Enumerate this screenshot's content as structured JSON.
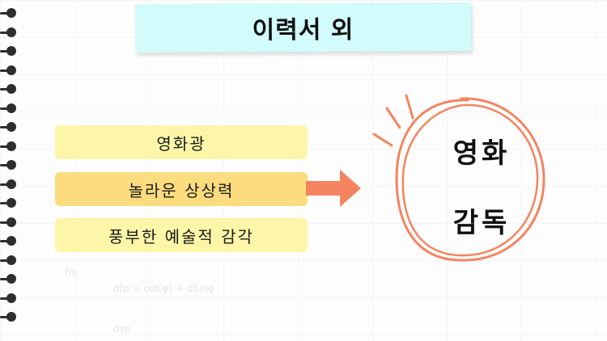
{
  "slide": {
    "title": "이력서 외",
    "traits": [
      {
        "label": "영화광",
        "color": "#fdf6a8"
      },
      {
        "label": "놀라운 상상력",
        "color": "#fbdc7e"
      },
      {
        "label": "풍부한 예술적 감각",
        "color": "#fdf6a8"
      }
    ],
    "result": {
      "line1": "영화",
      "line2": "감독"
    },
    "background_notes": {
      "formula": "dfp = cot(φ) + dSinφ",
      "label_fm": "fm",
      "label_dsp": "dsp"
    },
    "colors": {
      "title_bg": "#d2fbfb",
      "arrow": "#f4845f",
      "circle": "#f4845f",
      "binding_rings": "#2e2e2e"
    }
  }
}
